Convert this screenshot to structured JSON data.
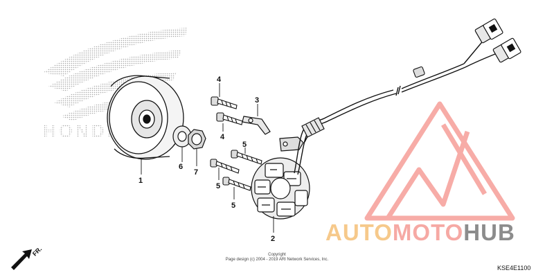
{
  "callouts": {
    "c1": "1",
    "c2": "2",
    "c3": "3",
    "c4a": "4",
    "c4b": "4",
    "c5a": "5",
    "c5b": "5",
    "c5c": "5",
    "c6": "6",
    "c7": "7"
  },
  "honda_logo_text": "HONDA",
  "watermark": {
    "part1": "AUTO",
    "part2": "MOTO",
    "part3": "HUB",
    "color_a": "#f6c98b",
    "color_b": "#f6a9a4",
    "color_c": "#8c8c8c"
  },
  "copyright": {
    "line1": "Copyright",
    "line2": "Page design (c) 2004 - 2019 ARI Network Services, Inc."
  },
  "diagram_code": "KSE4E1100",
  "fr_label": "FR."
}
